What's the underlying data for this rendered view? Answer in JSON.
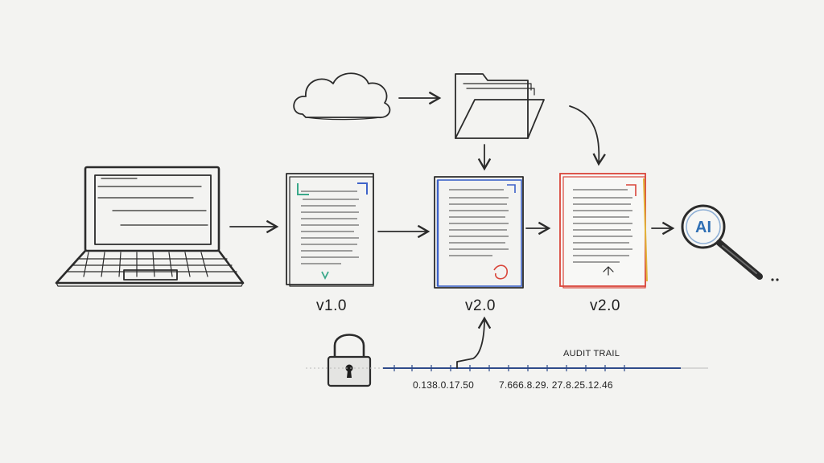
{
  "nodes": {
    "doc_v1": {
      "version": "v1.0"
    },
    "doc_v2": {
      "version": "v2.0"
    },
    "doc_v2_review": {
      "version": "v2.0"
    },
    "ai_badge": "AI"
  },
  "audit_trail": {
    "title": "AUDIT TRAIL",
    "timestamps": [
      "0.138.0.17.50",
      "7.666.8.29. 27.8.25.12.46"
    ]
  },
  "colors": {
    "ink": "#2b2b2b",
    "doc_v1_accent": "#3aa88a",
    "doc_v2_accent": "#3f63c9",
    "doc_v2_review_accent": "#d9453a",
    "ai_accent": "#2f6fb4",
    "timeline": "#2e4a8a"
  },
  "icons": [
    "cloud-icon",
    "folder-icon",
    "laptop-icon",
    "document-icon",
    "magnifier-ai-icon",
    "padlock-icon"
  ]
}
